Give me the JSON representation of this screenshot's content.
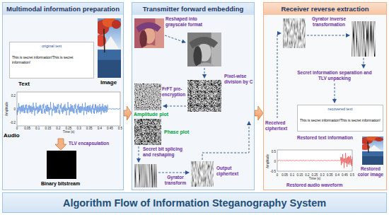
{
  "diagram": {
    "title": "Algorithm Flow of Information Steganography System",
    "nodes": [
      {
        "text": [
          "Multimodal information preparation"
        ]
      },
      {
        "text": [
          "original text",
          "This is secret information!This is secret information!"
        ],
        "in": 0
      },
      {
        "text": [
          "Transmitter forward embedding"
        ]
      },
      {
        "text": [
          "Receiver reverse extraction"
        ]
      },
      {
        "text": [
          "recovered text",
          "This is secret information!This is secret information!"
        ],
        "in": 3
      }
    ],
    "edges": [
      {
        "from": 0,
        "to": 2,
        "arrow": "to"
      },
      {
        "from": 2,
        "to": 3,
        "arrow": "to"
      }
    ],
    "labels": [
      "Text",
      "Image",
      "Amplitude",
      "0.2",
      "0",
      "-0.2",
      "0",
      "0.05",
      "0.1",
      "0.15",
      "0.2",
      "0.25",
      "0.3",
      "0.35",
      "0.4",
      "0.45",
      "0.5",
      "Time (s)",
      "Audio",
      "TLV encapsulation",
      "Binary bitstream",
      "Reshaped into grayscale format",
      "Pixel-wise division by C",
      "FrFT pre-encryption",
      "Amplitude plot",
      "Phase plot",
      "Secret bit splicing and reshaping",
      "Gyrator transform",
      "Output ciphertext",
      "Gyrator inverse transformation",
      "Received ciphertext",
      "Secret information separation and TLV unpacking",
      "Restored text information",
      "Restored color image",
      "Amplitude",
      "0.5",
      "0",
      "-0.5",
      "0",
      "0.05",
      "0.1",
      "0.15",
      "0.2",
      "0.25",
      "0.3",
      "0.35",
      "0.4",
      "0.45",
      "0.5",
      "Time (s)",
      "Restored audio waveform"
    ]
  }
}
